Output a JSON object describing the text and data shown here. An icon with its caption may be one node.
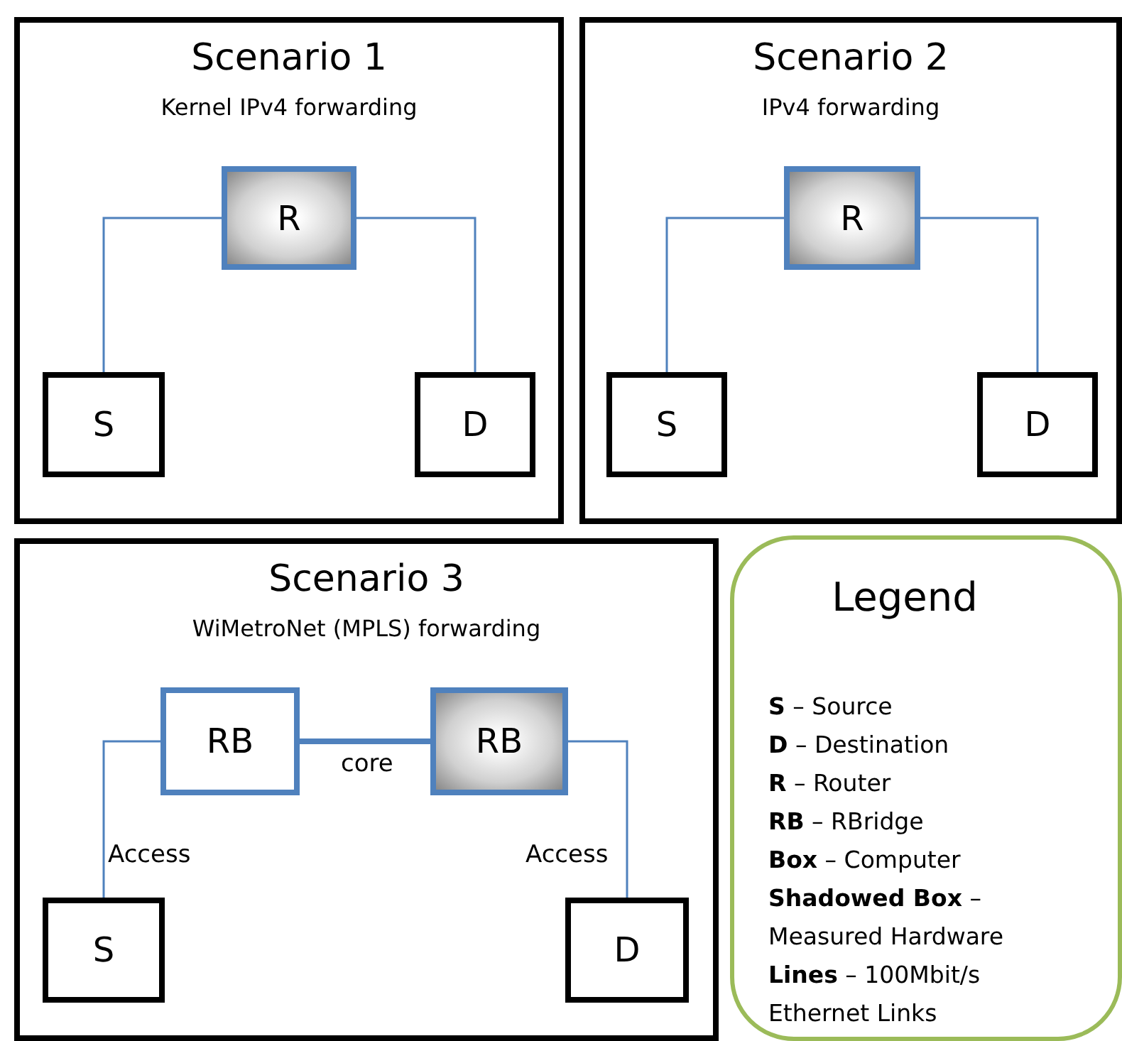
{
  "diagram": {
    "nodes": [
      {
        "text": [
          "Scenario 1",
          "Kernel IPv4 forwarding"
        ]
      },
      {
        "text": [
          "R"
        ],
        "in": 0
      },
      {
        "text": [
          "S"
        ],
        "in": 0
      },
      {
        "text": [
          "D"
        ],
        "in": 0
      },
      {
        "text": [
          "Scenario 2",
          "IPv4 forwarding"
        ]
      },
      {
        "text": [
          "R"
        ],
        "in": 4
      },
      {
        "text": [
          "S"
        ],
        "in": 4
      },
      {
        "text": [
          "D"
        ],
        "in": 4
      },
      {
        "text": [
          "Scenario 3",
          "WiMetroNet (MPLS) forwarding"
        ]
      },
      {
        "text": [
          "RB"
        ],
        "in": 8
      },
      {
        "text": [
          "RB"
        ],
        "in": 8
      },
      {
        "text": [
          "S"
        ],
        "in": 8
      },
      {
        "text": [
          "D"
        ],
        "in": 8
      },
      {
        "text": [
          "Legend",
          "**S** – Source",
          "**D** – Destination",
          "**R** – Router",
          "**RB** – RBridge",
          "**Box** – Computer",
          "**Shadowed Box** – Measured Hardware",
          "**Lines** – 100Mbit/s Ethernet Links"
        ]
      }
    ],
    "edges": [
      {
        "from": 1,
        "to": 2,
        "arrow": "none"
      },
      {
        "from": 1,
        "to": 3,
        "arrow": "none"
      },
      {
        "from": 5,
        "to": 6,
        "arrow": "none"
      },
      {
        "from": 5,
        "to": 7,
        "arrow": "none"
      },
      {
        "from": 9,
        "to": 11,
        "arrow": "none",
        "label": "Access"
      },
      {
        "from": 9,
        "to": 10,
        "arrow": "none",
        "label": "core",
        "style": "thick"
      },
      {
        "from": 10,
        "to": 12,
        "arrow": "none",
        "label": "Access"
      }
    ]
  }
}
